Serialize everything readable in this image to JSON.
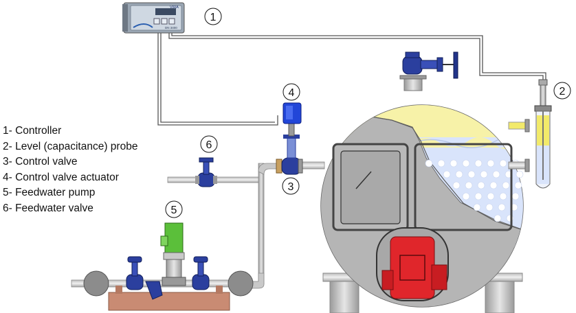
{
  "legend": {
    "items": [
      "1- Controller",
      "2- Level (capacitance) probe",
      "3- Control valve",
      "4- Control valve actuator",
      "5- Feedwater pump",
      "6- Feedwater valve"
    ]
  },
  "callouts": {
    "controller": "1",
    "probe": "2",
    "control_valve": "3",
    "actuator": "4",
    "pump": "5",
    "feedwater_valve": "6"
  },
  "controller_face": {
    "brand": "VIRA",
    "model": "DN 3400"
  },
  "colors": {
    "steam": "#f7f2a8",
    "water": "#d9e4fb",
    "valve": "#2b3f9e",
    "burner": "#e0262b",
    "pump_motor": "#5bbf3a",
    "probe_liquid": "#f2ea6a"
  }
}
